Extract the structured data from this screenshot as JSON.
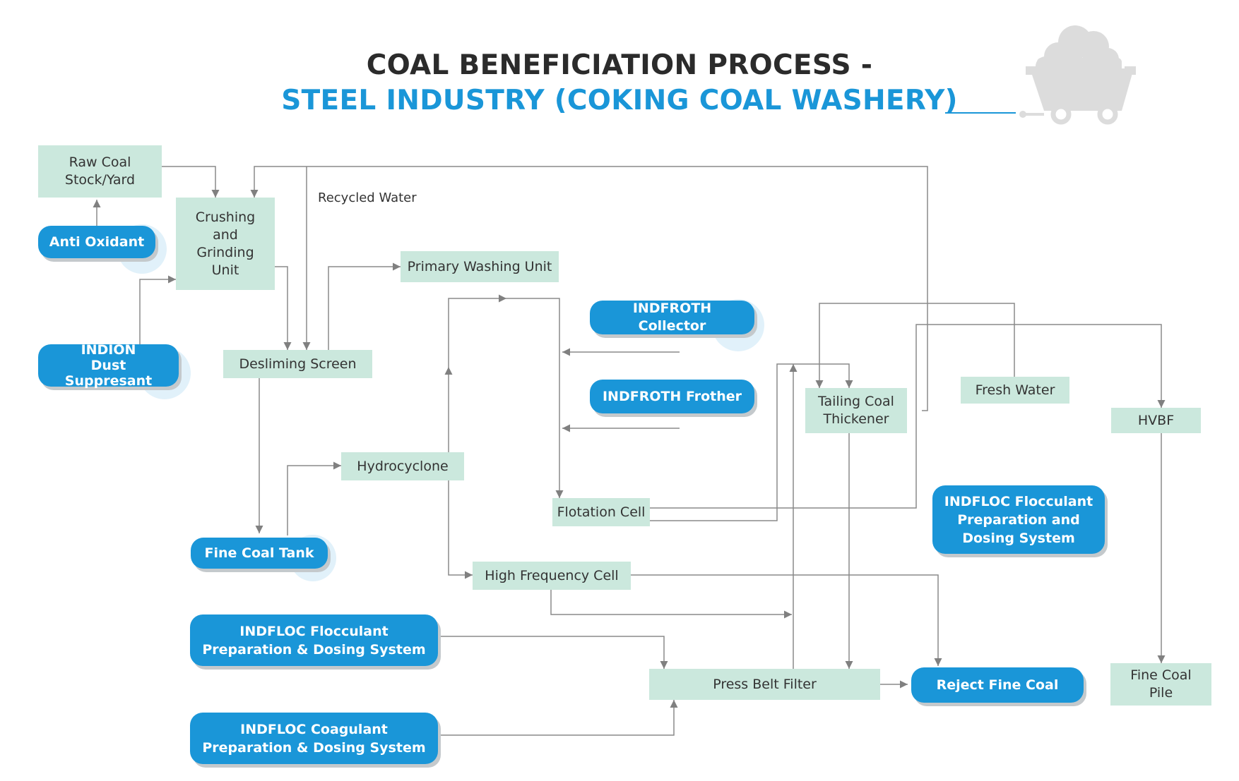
{
  "title": {
    "line1": "COAL BENEFICIATION PROCESS -",
    "line2": "STEEL INDUSTRY (COKING COAL WASHERY)"
  },
  "icons": [
    "coal-cart-icon"
  ],
  "colors": {
    "accent": "#1a96d8",
    "process_box": "#cbe8dd",
    "connector": "#8a8a8a",
    "title_text": "#2b2b2b",
    "pill_shadow": "#c4c9cc"
  },
  "nodes": {
    "raw_coal": "Raw Coal\nStock/Yard",
    "crushing": "Crushing\nand\nGrinding\nUnit",
    "desliming": "Desliming Screen",
    "primary_washing": "Primary Washing Unit",
    "hydrocyclone": "Hydrocyclone",
    "flotation": "Flotation Cell",
    "high_freq": "High Frequency Cell",
    "press_belt": "Press Belt Filter",
    "tailing": "Tailing Coal\nThickener",
    "fresh_water": "Fresh Water",
    "hvbf": "HVBF",
    "fine_coal_pile": "Fine Coal\nPile"
  },
  "chemicals": {
    "anti_oxidant": "Anti Oxidant",
    "dust_suppressant": "INDION\nDust Suppresant",
    "fine_coal_tank": "Fine Coal Tank",
    "froth_collector": "INDFROTH Collector",
    "froth_frother": "INDFROTH Frother",
    "floc_right": "INDFLOC Flocculant\nPreparation and\nDosing System",
    "floc_left": "INDFLOC Flocculant\nPreparation & Dosing System",
    "coagulant": "INDFLOC Coagulant\nPreparation & Dosing System",
    "reject": "Reject Fine Coal"
  },
  "labels": {
    "recycled_water": "Recycled Water"
  }
}
